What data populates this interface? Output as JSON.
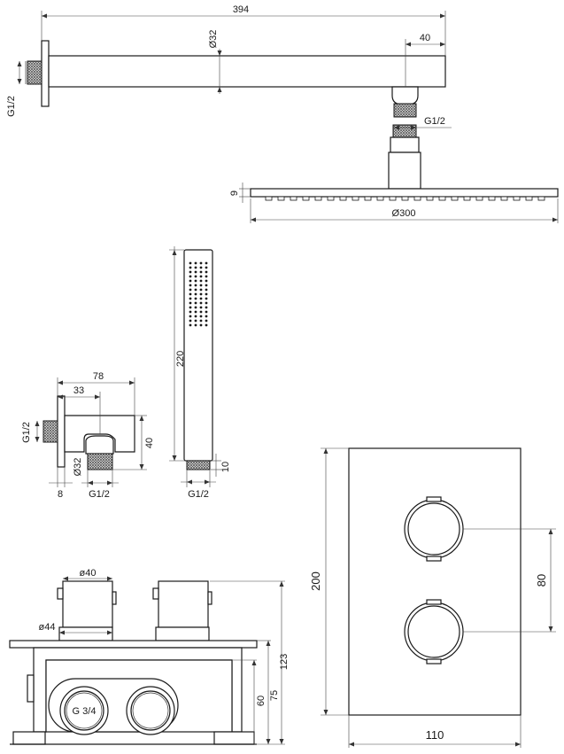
{
  "shower_arm": {
    "length": "394",
    "diameter": "Ø32",
    "end_offset": "40",
    "wall_thread": "G1/2",
    "outlet_thread": "G1/2"
  },
  "head_shower": {
    "thickness": "9",
    "diameter": "Ø300"
  },
  "hand_shower": {
    "length": "220",
    "neck": "10",
    "thread": "G1/2"
  },
  "wall_outlet": {
    "depth": "78",
    "offset": "33",
    "thread_left": "G1/2",
    "pipe": "Ø32",
    "height": "40",
    "flange": "8",
    "thread_bottom": "G1/2"
  },
  "mixer_side": {
    "knob_diameter": "ø40",
    "rosette_diameter": "ø44",
    "inlet": "G 3/4",
    "height_total": "123",
    "height_mid": "75",
    "height_low": "60"
  },
  "mixer_front": {
    "height": "200",
    "width": "110",
    "knob_spacing": "80"
  }
}
